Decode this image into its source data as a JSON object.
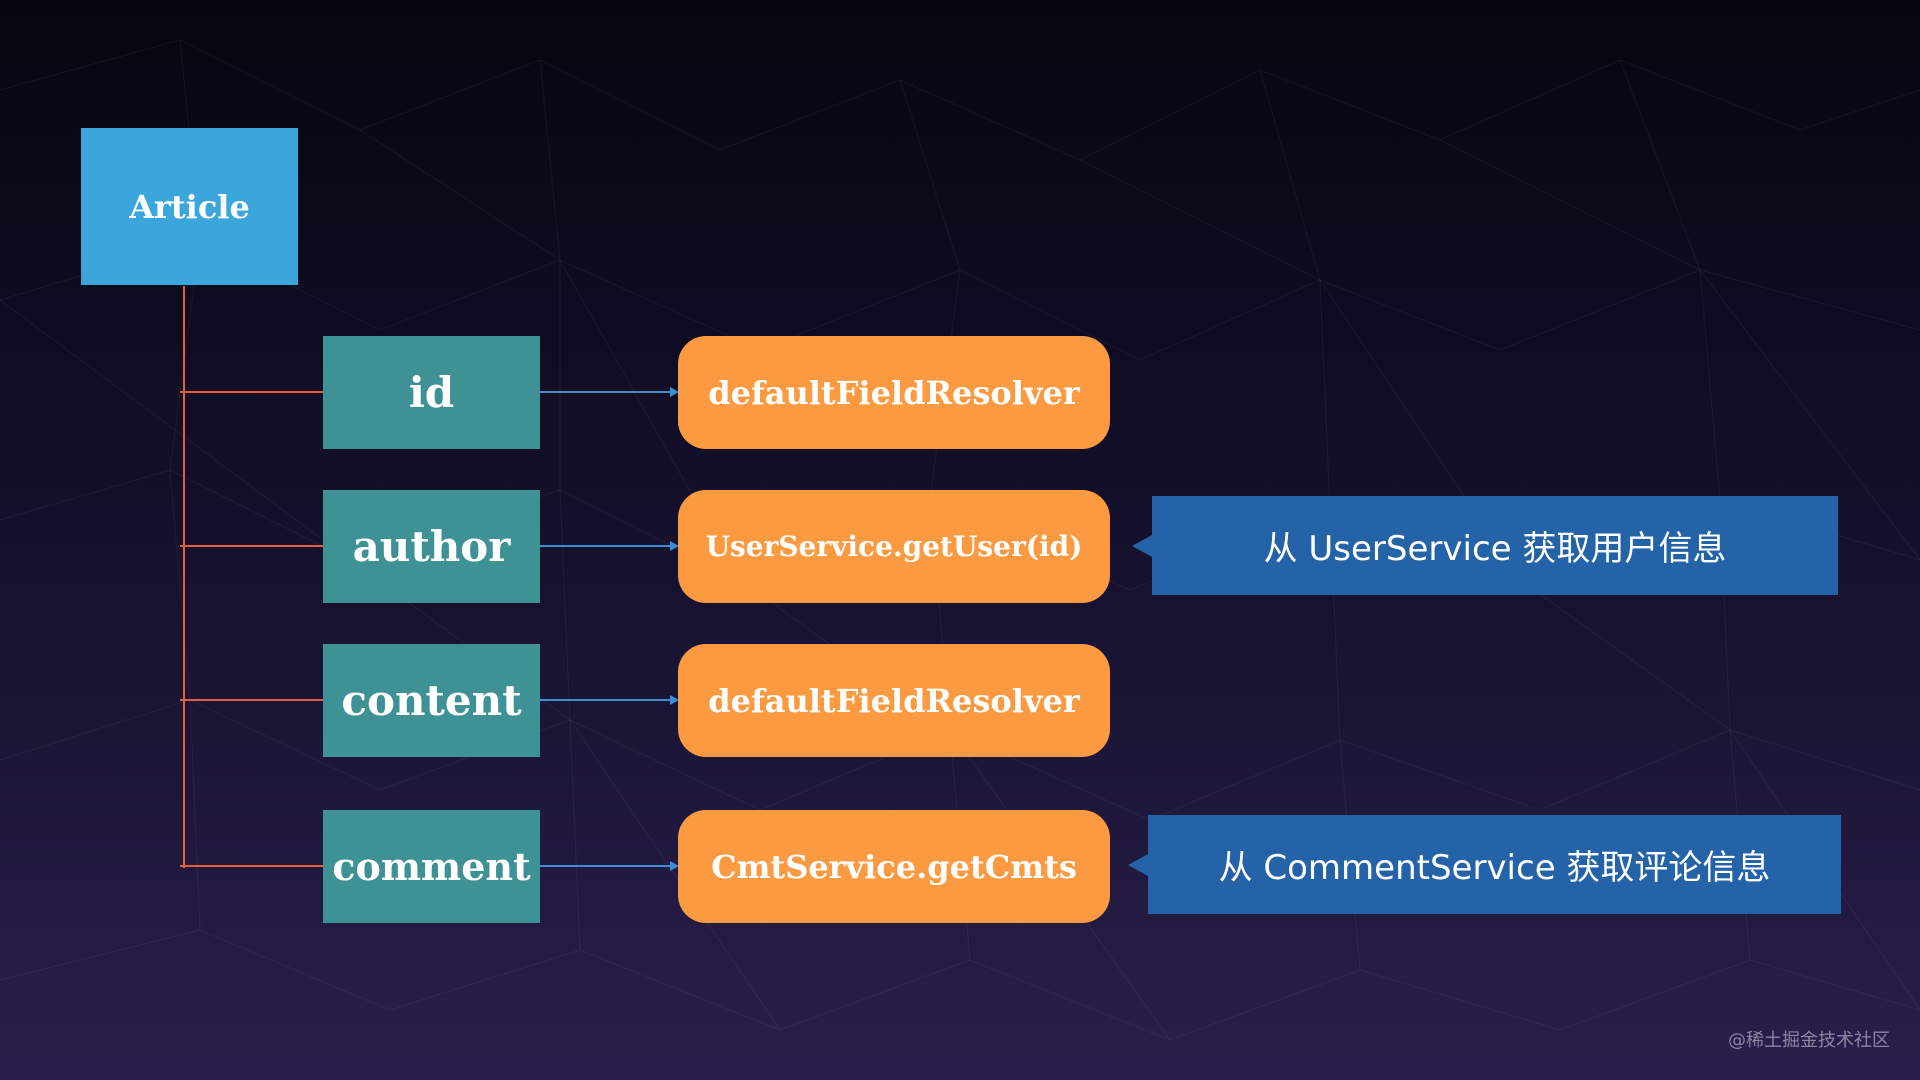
{
  "diagram": {
    "root": {
      "label": "Article"
    },
    "fields": [
      {
        "label": "id",
        "resolver": "defaultFieldResolver"
      },
      {
        "label": "author",
        "resolver": "UserService.getUser(id)"
      },
      {
        "label": "content",
        "resolver": "defaultFieldResolver"
      },
      {
        "label": "comment",
        "resolver": "CmtService.getCmts"
      }
    ],
    "notes": [
      {
        "text": "从 UserService 获取用户信息"
      },
      {
        "text": "从 CommentService 获取评论信息"
      }
    ]
  },
  "watermark": "@稀土掘金技术社区",
  "colors": {
    "root_box": "#3ba6dc",
    "field_box": "#3e9296",
    "resolver_box": "#fb9a41",
    "note_box": "#2463a8",
    "tree_line": "#e4603a",
    "arrow_line": "#3b8fd0"
  }
}
